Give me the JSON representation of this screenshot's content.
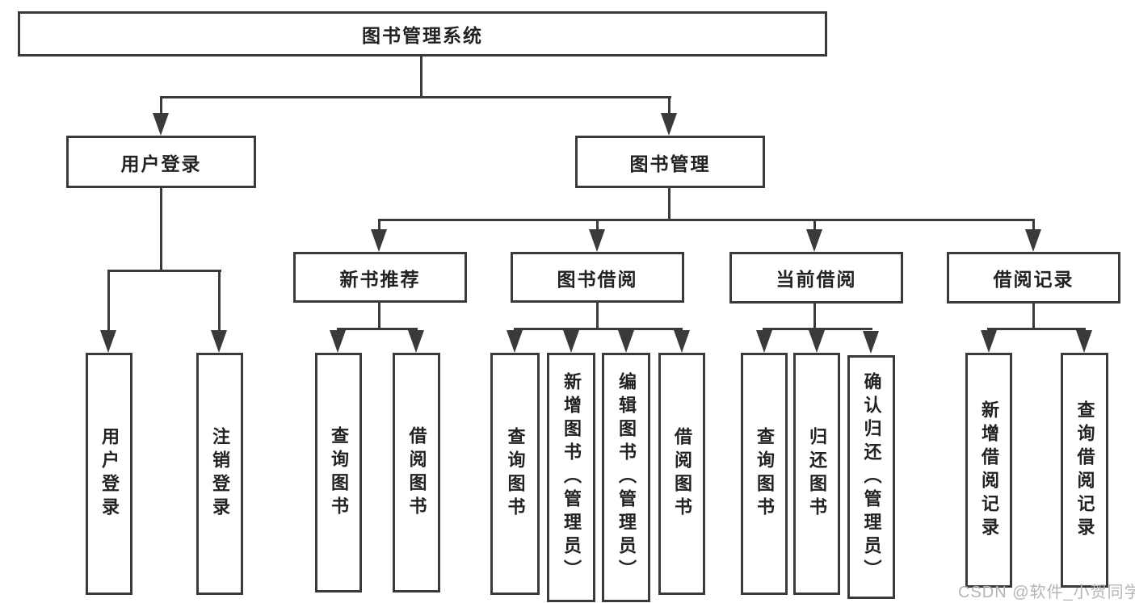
{
  "colors": {
    "line": "#3a3a3a",
    "text": "#222222",
    "watermark": "#b5b5b5",
    "background": "#ffffff"
  },
  "nodes": {
    "root": {
      "label": "图书管理系统"
    },
    "user_login": {
      "label": "用户登录",
      "children": {
        "login": {
          "label": "用户登录"
        },
        "logout": {
          "label": "注销登录"
        }
      }
    },
    "book_management": {
      "label": "图书管理",
      "children": {
        "new_book_recommend": {
          "label": "新书推荐",
          "children": {
            "query_books": {
              "label": "查询图书"
            },
            "borrow_books": {
              "label": "借阅图书"
            }
          }
        },
        "book_borrowing": {
          "label": "图书借阅",
          "children": {
            "query_books": {
              "label": "查询图书"
            },
            "add_books": {
              "label": "新增图书（管理员）"
            },
            "edit_books": {
              "label": "编辑图书（管理员）"
            },
            "borrow_books": {
              "label": "借阅图书"
            }
          }
        },
        "current_borrowing": {
          "label": "当前借阅",
          "children": {
            "query_books": {
              "label": "查询图书"
            },
            "return_books": {
              "label": "归还图书"
            },
            "confirm_return": {
              "label": "确认归还（管理员）"
            }
          }
        },
        "borrowing_records": {
          "label": "借阅记录",
          "children": {
            "add_record": {
              "label": "新增借阅记录"
            },
            "query_record": {
              "label": "查询借阅记录"
            }
          }
        }
      }
    }
  },
  "watermark": {
    "text": "CSDN @软件_小贺同学"
  }
}
